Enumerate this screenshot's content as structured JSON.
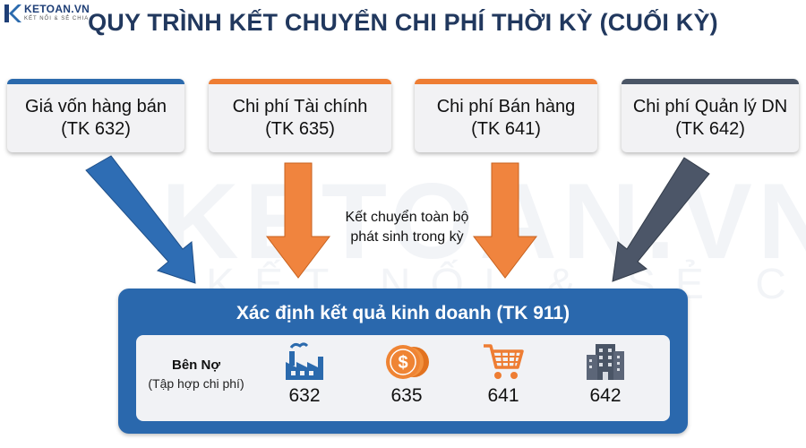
{
  "logo": {
    "text": "KETOAN.VN",
    "tagline": "KẾT NỐI & SẺ CHIA"
  },
  "title": "QUY TRÌNH KẾT CHUYỂN CHI PHÍ THỜI KỲ (CUỐI KỲ)",
  "watermark": {
    "main": "KETOAN.VN",
    "sub": "KẾT NỐI & SẺ CHIA"
  },
  "source_boxes": [
    {
      "label": "Giá vốn hàng bán",
      "code": "(TK 632)",
      "color": "#2b6aad"
    },
    {
      "label": "Chi phí Tài chính",
      "code": "(TK 635)",
      "color": "#ee7d33"
    },
    {
      "label": "Chi phí Bán hàng",
      "code": "(TK 641)",
      "color": "#ee7d33"
    },
    {
      "label": "Chi phí Quản lý DN",
      "code": "(TK 642)",
      "color": "#4a5566"
    }
  ],
  "transfer_note": {
    "line1": "Kết chuyển toàn bộ",
    "line2": "phát sinh trong kỳ"
  },
  "result": {
    "title": "Xác định kết quả kinh doanh (TK 911)",
    "debit_label": "Bên Nợ",
    "debit_sub": "(Tập hợp chi phí)",
    "accounts": [
      {
        "icon": "factory-icon",
        "number": "632"
      },
      {
        "icon": "coins-icon",
        "number": "635"
      },
      {
        "icon": "shopping-cart-icon",
        "number": "641"
      },
      {
        "icon": "office-building-icon",
        "number": "642"
      }
    ]
  },
  "colors": {
    "blue": "#2b6aad",
    "orange": "#ee7d33",
    "dark_grey": "#4a5566",
    "navy": "#21385e"
  }
}
